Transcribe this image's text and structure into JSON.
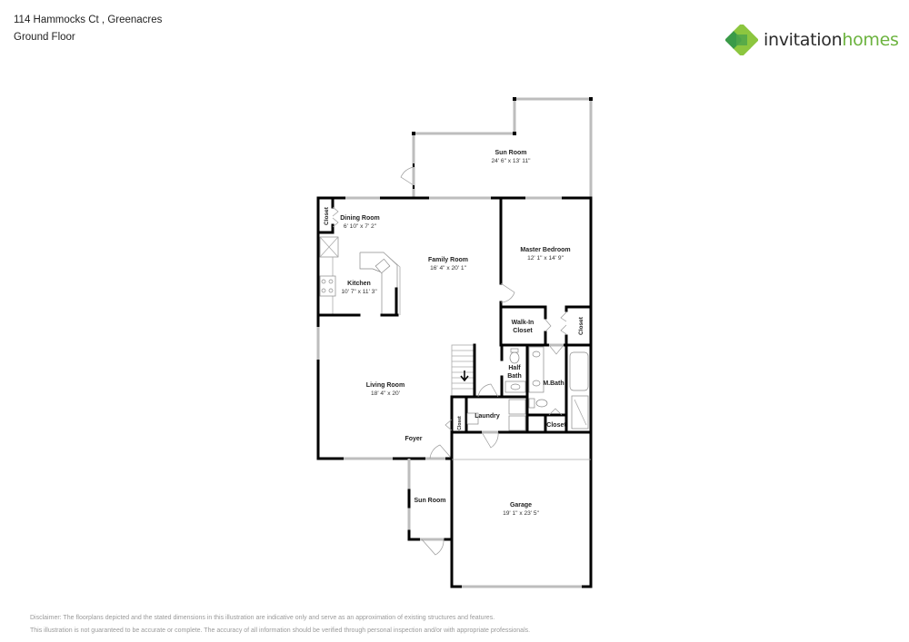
{
  "header": {
    "address": "114 Hammocks Ct , Greenacres",
    "floor": "Ground Floor"
  },
  "logo": {
    "word1": "invitation",
    "word2": "homes",
    "colors": {
      "dark": "#2b2b2b",
      "green": "#6cb33f",
      "leaf_light": "#8cc63f",
      "leaf_dark": "#3a9a48"
    }
  },
  "rooms": {
    "sun_room_top": {
      "name": "Sun Room",
      "dims": "24' 6\" x 13' 11\""
    },
    "dining_room": {
      "name": "Dining Room",
      "dims": "6' 10\" x 7' 2\""
    },
    "closet_dining": {
      "name": "Closet"
    },
    "family_room": {
      "name": "Family Room",
      "dims": "16' 4\" x 20' 1\""
    },
    "kitchen": {
      "name": "Kitchen",
      "dims": "10' 7\" x 11' 3\""
    },
    "master_bedroom": {
      "name": "Master Bedroom",
      "dims": "12' 1\" x 14' 9\""
    },
    "walk_in_closet": {
      "name": "Walk-In",
      "name2": "Closet"
    },
    "closet_master": {
      "name": "Closet"
    },
    "half_bath": {
      "name": "Half",
      "name2": "Bath"
    },
    "m_bath": {
      "name": "M.Bath"
    },
    "laundry": {
      "name": "Laundry"
    },
    "closet_bath": {
      "name": "Closet"
    },
    "closet_foyer": {
      "name": "Closet"
    },
    "living_room": {
      "name": "Living Room",
      "dims": "18' 4\" x 20'"
    },
    "foyer": {
      "name": "Foyer"
    },
    "sun_room_small": {
      "name": "Sun Room"
    },
    "garage": {
      "name": "Garage",
      "dims": "19' 1\" x 23' 5\""
    }
  },
  "disclaimer": {
    "line1": "Disclaimer: The floorplans depicted and the stated dimensions in this illustration are indicative only and serve as an approximation of existing structures and features.",
    "line2": "This illustration is not guaranteed to be accurate or complete. The accuracy of all information should be verified through personal inspection and/or with appropriate professionals."
  }
}
